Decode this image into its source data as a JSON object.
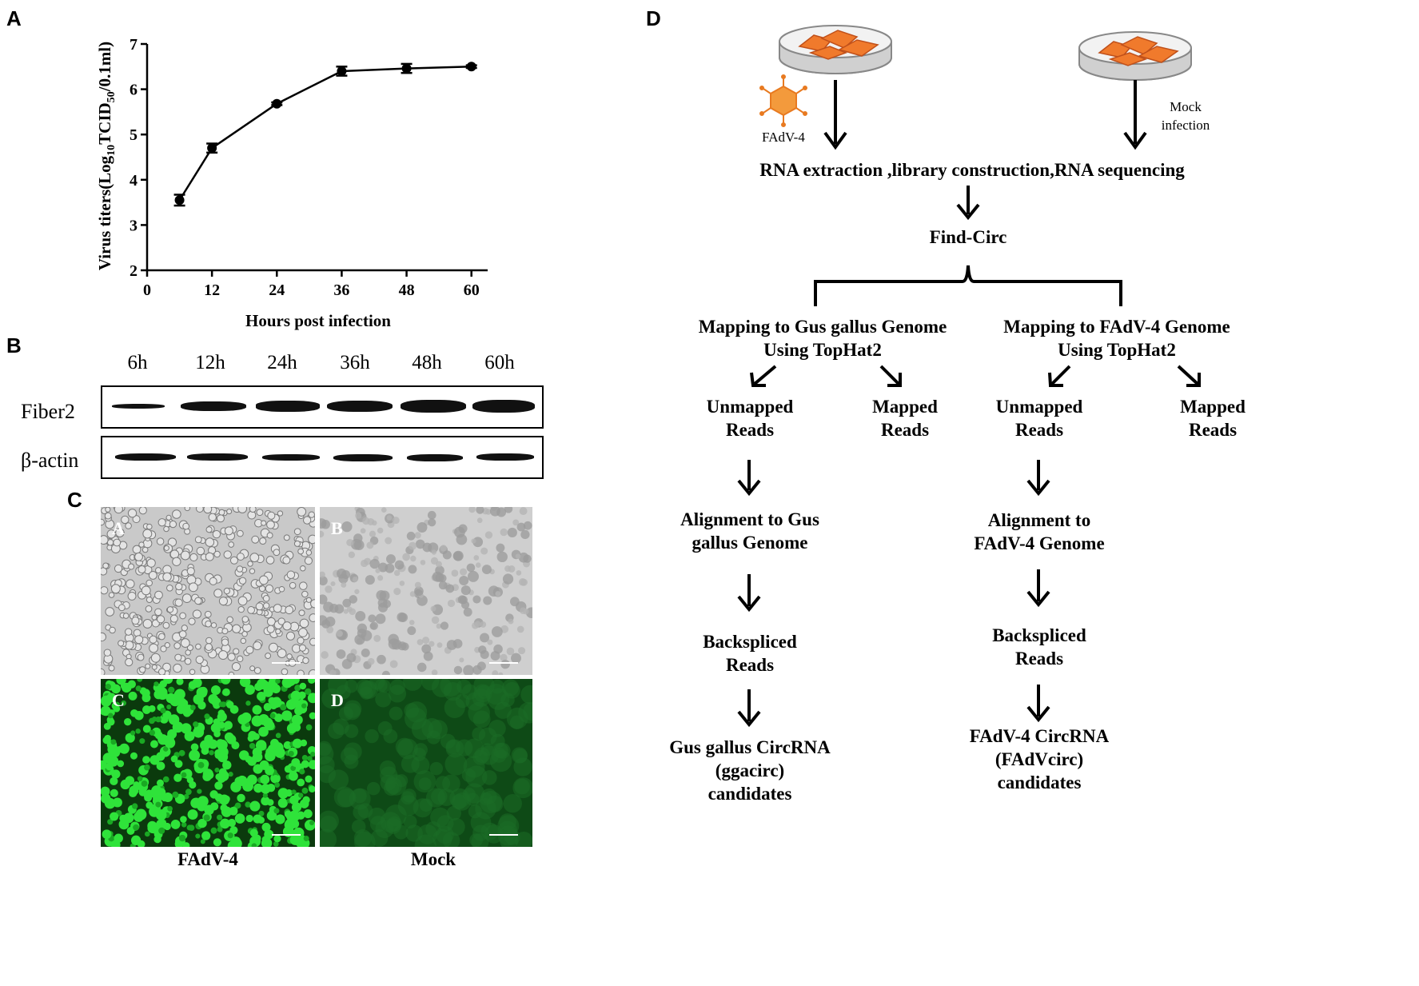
{
  "panels": {
    "a": "A",
    "b": "B",
    "c": "C",
    "d": "D"
  },
  "chart_data": {
    "type": "line",
    "x": [
      6,
      12,
      24,
      36,
      48,
      60
    ],
    "values": [
      3.55,
      4.7,
      5.68,
      6.4,
      6.46,
      6.5
    ],
    "errors": [
      0.12,
      0.1,
      0.03,
      0.1,
      0.1,
      0.03
    ],
    "xlabel": "Hours post infection",
    "ylabel_main": "Virus titers(Log",
    "ylabel_sub10": "10",
    "ylabel_mid": "TCID",
    "ylabel_sub50": "50",
    "ylabel_end": "/0.1ml)",
    "xlim": [
      0,
      63
    ],
    "ylim": [
      2,
      7
    ],
    "xticks": [
      0,
      12,
      24,
      36,
      48,
      60
    ],
    "yticks": [
      2,
      3,
      4,
      5,
      6,
      7
    ],
    "grid": false
  },
  "blot": {
    "timepoints": [
      "6h",
      "12h",
      "24h",
      "36h",
      "48h",
      "60h"
    ],
    "rows": [
      "Fiber2",
      "β-actin"
    ],
    "fiber2_intensity": [
      0.25,
      0.7,
      0.8,
      0.9,
      1.0,
      1.0
    ]
  },
  "micro": {
    "tiles": [
      "A",
      "B",
      "C",
      "D"
    ],
    "captions": [
      "FAdV-4",
      "Mock"
    ]
  },
  "flow": {
    "virus_label": "FAdV-4",
    "mock_line1": "Mock",
    "mock_line2": "infection",
    "rna_step": "RNA extraction ,library construction,RNA sequencing",
    "find_circ": "Find-Circ",
    "map_gg_1": "Mapping to Gus gallus  Genome",
    "map_gg_2": "Using TopHat2",
    "map_fa_1": "Mapping to FAdV-4 Genome",
    "map_fa_2": "Using TopHat2",
    "unmapped_1": "Unmapped",
    "unmapped_2": "Reads",
    "mapped_1": "Mapped",
    "mapped_2": "Reads",
    "align_gg_1": "Alignment to Gus",
    "align_gg_2": "gallus  Genome",
    "align_fa_1": "Alignment to",
    "align_fa_2": "FAdV-4 Genome",
    "back_1": "Backspliced",
    "back_2": "Reads",
    "cand_gg_1": "Gus gallus CircRNA",
    "cand_gg_2": "(ggacirc)",
    "cand_gg_3": "candidates",
    "cand_fa_1": "FAdV-4 CircRNA",
    "cand_fa_2": "(FAdVcirc)",
    "cand_fa_3": "candidates"
  }
}
